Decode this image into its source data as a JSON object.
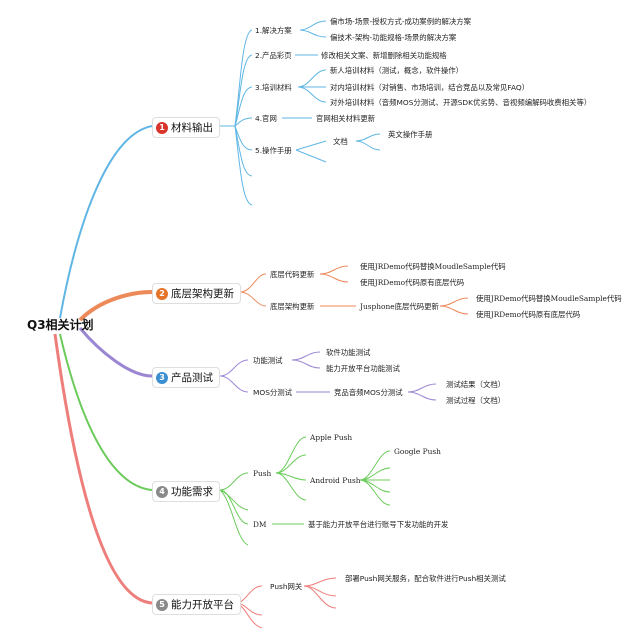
{
  "root": {
    "label": "Q3相关计划"
  },
  "colors": {
    "b1": "#5fb6e4",
    "b2": "#ec8a5a",
    "b3": "#9a86d2",
    "b4": "#6ccb5c",
    "b5": "#ee7e7b",
    "badge1": "#d9342b",
    "badge2": "#e5742a",
    "badge3": "#3b8fd1",
    "badge4": "#8a8a8a",
    "badge5": "#8a8a8a"
  },
  "branches": [
    {
      "num": "1",
      "label": "材料输出",
      "children": [
        {
          "label": "1.解决方案",
          "children": [
            "偏市场-场景-授权方式-成功案例的解决方案",
            "偏技术-架构-功能规格-场景的解决方案"
          ]
        },
        {
          "label": "2.产品彩页",
          "children": [
            "修改相关文案、新增删除相关功能规格"
          ]
        },
        {
          "label": "3.培训材料",
          "children": [
            "新人培训材料（测试，概念，软件操作）",
            "对内培训材料（对销售、市场培训，结合竞品以及常见FAQ）",
            "对外培训材料（音频MOS分测试、开源SDK优劣势、音视频编解码收费相关等）"
          ]
        },
        {
          "label": "4.官网",
          "children": [
            "官网相关材料更新"
          ]
        },
        {
          "label": "5.操作手册",
          "children": [
            {
              "label": "文档",
              "children": [
                "英文操作手册"
              ]
            }
          ]
        }
      ]
    },
    {
      "num": "2",
      "label": "底层架构更新",
      "children": [
        {
          "label": "底层代码更新",
          "children": [
            "使用JRDemo代码替换MoudleSample代码",
            "使用JRDemo代码原有底层代码"
          ]
        },
        {
          "label": "底层架构更新",
          "children": [
            {
              "label": "Jusphone底层代码更新",
              "children": [
                "使用JRDemo代码替换MoudleSample代码",
                "使用JRDemo代码原有底层代码"
              ]
            }
          ]
        }
      ]
    },
    {
      "num": "3",
      "label": "产品测试",
      "children": [
        {
          "label": "功能测试",
          "children": [
            "软件功能测试",
            "能力开放平台功能测试"
          ]
        },
        {
          "label": "MOS分测试",
          "children": [
            {
              "label": "竞品音频MOS分测试",
              "children": [
                "测试结果（文档）",
                "测试过程（文档）"
              ]
            }
          ]
        }
      ]
    },
    {
      "num": "4",
      "label": "功能需求",
      "children": [
        {
          "label": "Push",
          "children": [
            "Apple Push",
            {
              "label": "Android Push",
              "children": [
                "Google Push"
              ]
            }
          ]
        },
        {
          "label": "DM",
          "children": [
            "基于能力开放平台进行账号下发功能的开发"
          ]
        }
      ]
    },
    {
      "num": "5",
      "label": "能力开放平台",
      "children": [
        {
          "label": "Push网关",
          "children": [
            "部署Push网关服务，配合软件进行Push相关测试"
          ]
        }
      ]
    }
  ]
}
